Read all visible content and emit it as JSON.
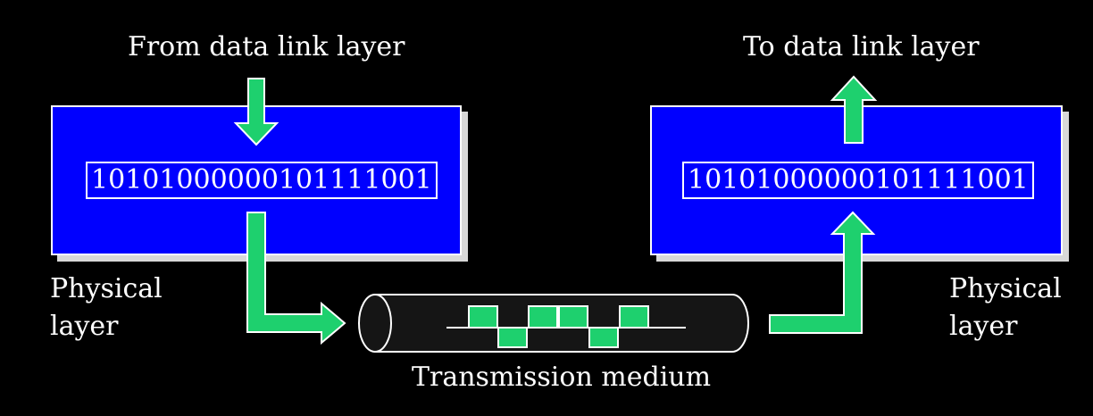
{
  "labels": {
    "from_data_link": "From data link layer",
    "to_data_link": "To data link layer",
    "physical_left": [
      "Physical",
      "layer"
    ],
    "physical_right": [
      "Physical",
      "layer"
    ],
    "medium": "Transmission medium"
  },
  "sender": {
    "bits": "10101000000101111001"
  },
  "receiver": {
    "bits": "10101000000101111001"
  },
  "colors": {
    "panel": "#0000ff",
    "arrow": "#1ed06e",
    "pipe": "#151515",
    "signal": "#1ed06e"
  }
}
